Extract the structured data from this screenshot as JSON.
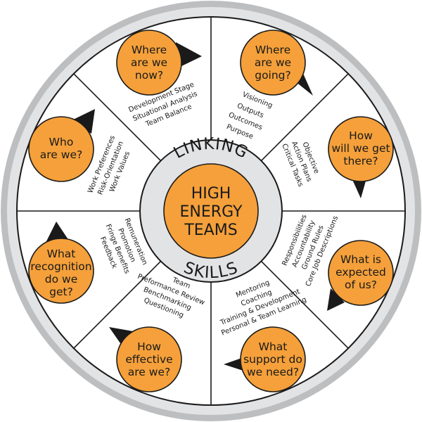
{
  "colors": {
    "orange": "#F5A03A",
    "outer_ring_dark": "#BDBEC0",
    "outer_ring_light": "#E2E3E5",
    "hub_ring": "#E2E3E5",
    "line": "#1a1a1a",
    "pointer": "#1a1a1a"
  },
  "hub": {
    "title_lines": [
      "HIGH",
      "ENERGY",
      "TEAMS"
    ],
    "ring_top": "LINKING",
    "ring_bottom": "SKILLS"
  },
  "segments": [
    {
      "question_lines": [
        "Where",
        "are we",
        "now?"
      ],
      "items": [
        "Development Stage",
        "Situational Analysis",
        "Team Balance"
      ]
    },
    {
      "question_lines": [
        "Where",
        "are we",
        "going?"
      ],
      "items": [
        "Visioning",
        "Outputs",
        "Outcomes",
        "Purpose"
      ]
    },
    {
      "question_lines": [
        "How",
        "will we get",
        "there?"
      ],
      "items": [
        "Objective",
        "Action Plans",
        "Critical Tasks"
      ]
    },
    {
      "question_lines": [
        "What is",
        "expected",
        "of us?"
      ],
      "items": [
        "Responsibilities",
        "Accountability",
        "Ground Rules",
        "Core Job Descriptions"
      ]
    },
    {
      "question_lines": [
        "What",
        "support do",
        "we need?"
      ],
      "items": [
        "Mentoring",
        "Coaching",
        "Training & Development",
        "Personal & Team Learning"
      ]
    },
    {
      "question_lines": [
        "How",
        "effective",
        "are we?"
      ],
      "items": [
        "Team",
        "Preformance Review",
        "Benchmarking",
        "Questioning"
      ]
    },
    {
      "question_lines": [
        "What",
        "recognition",
        "do we",
        "get?"
      ],
      "items": [
        "Remuneration",
        "Promotion",
        "Fringe Benefits",
        "Feedback"
      ]
    },
    {
      "question_lines": [
        "Who",
        "are we?"
      ],
      "items": [
        "Work Preferences",
        "Risk-Orientation",
        "Work Values"
      ]
    }
  ]
}
